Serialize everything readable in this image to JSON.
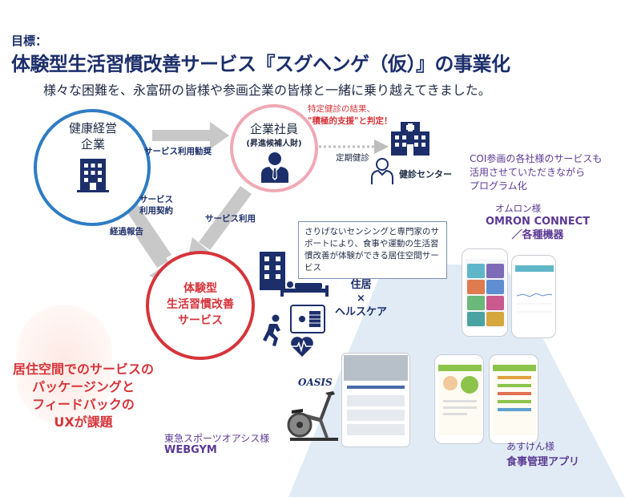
{
  "header": {
    "label": "目標：",
    "title": "体験型生活習慣改善サービス『スグヘンゲ（仮）』の事業化",
    "subtitle": "様々な困難を、永富研の皆様や参画企業の皆様と一緒に乗り越えてきました。"
  },
  "nodes": {
    "health_company": "健康経営\n企業",
    "employee": "企業社員",
    "employee_sub": "(昇進候補人財)",
    "service": "体験型\n生活習慣改善\nサービス",
    "checkup_center": "健診センター"
  },
  "arrows": {
    "recommend": "サービス利用勧奨",
    "contract": "サービス\n利用契約",
    "report": "経過報告",
    "use": "サービス利用",
    "checkup": "定期健診"
  },
  "notes": {
    "checkup_result_1": "特定健診の結果、",
    "checkup_result_2": "\"積極的支援\"と判定！",
    "coi": "COI参画の各社様のサービスも\n活用させていただきながら\nプログラム化",
    "callout": "さりげないセンシングと専門家のサポートにより、食事や運動の生活習慣改善が体験ができる居住空間サービス",
    "housing": "住居\n×\nヘルスケア",
    "ux_issue": "居住空間でのサービスの\nパッケージングと\nフィードバックの\nUXが課題"
  },
  "partners": {
    "omron_sama": "オムロン様",
    "omron_name": "OMRON CONNECT\n／各種機器",
    "tokyu_sama": "東急スポーツオアシス様",
    "tokyu_name": "WEBGYM",
    "oasis_logo": "OASIS",
    "asuken_sama": "あすけん様",
    "asuken_name": "食事管理アプリ"
  },
  "colors": {
    "navy": "#1c2f6b",
    "blue_ring": "#2e7cc4",
    "pink_ring": "#f0a8b4",
    "red": "#d6343a",
    "purple": "#5b3a94",
    "arrow_gray": "#c8c8c8"
  },
  "icons": [
    "building-icon",
    "businessman-icon",
    "hospital-icon",
    "doctor-icon",
    "apartment-icon",
    "bed-icon",
    "scale-icon",
    "running-icon",
    "heart-monitor-icon",
    "exercise-bike-icon"
  ]
}
